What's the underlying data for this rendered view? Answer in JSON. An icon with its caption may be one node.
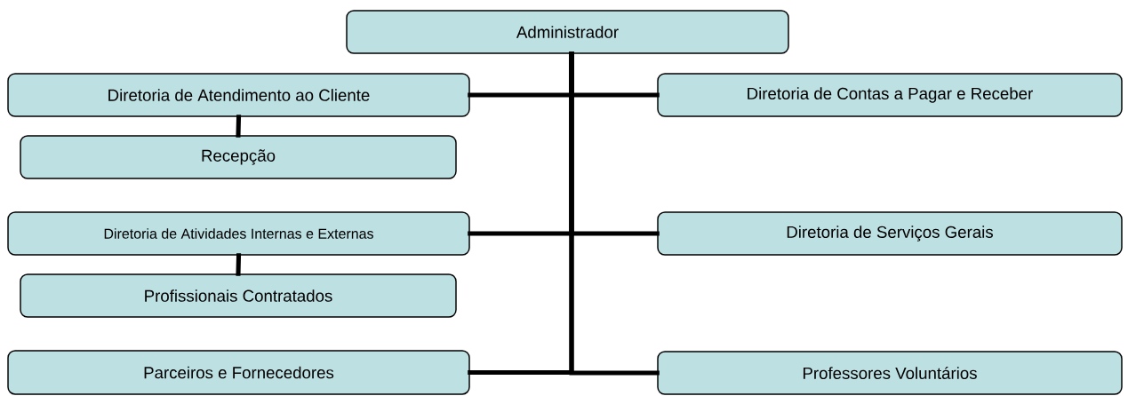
{
  "diagram": {
    "nodes": [
      {
        "text": [
          "Administrador"
        ]
      },
      {
        "text": [
          "Diretoria de Atendimento ao Cliente"
        ]
      },
      {
        "text": [
          "Diretoria de Contas a Pagar e Receber"
        ]
      },
      {
        "text": [
          "Recepção"
        ]
      },
      {
        "text": [
          "Diretoria de Atividades Internas e Externas"
        ]
      },
      {
        "text": [
          "Diretoria de Serviços Gerais"
        ]
      },
      {
        "text": [
          "Profissionais Contratados"
        ]
      },
      {
        "text": [
          "Parceiros e Fornecedores"
        ]
      },
      {
        "text": [
          "Professores Voluntários"
        ]
      }
    ],
    "edges": [
      {
        "from": 0,
        "to": 1,
        "arrow": "none"
      },
      {
        "from": 0,
        "to": 2,
        "arrow": "none"
      },
      {
        "from": 1,
        "to": 3,
        "arrow": "none"
      },
      {
        "from": 0,
        "to": 4,
        "arrow": "none"
      },
      {
        "from": 0,
        "to": 5,
        "arrow": "none"
      },
      {
        "from": 4,
        "to": 6,
        "arrow": "none"
      },
      {
        "from": 0,
        "to": 7,
        "arrow": "none"
      },
      {
        "from": 0,
        "to": 8,
        "arrow": "none"
      }
    ]
  }
}
